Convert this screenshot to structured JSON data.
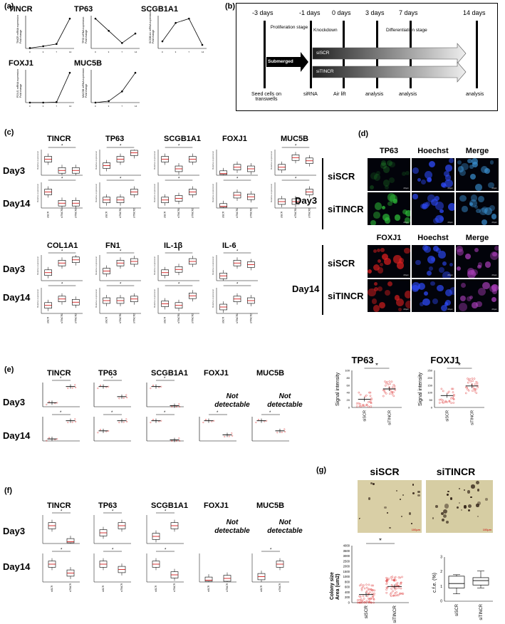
{
  "panel_labels": {
    "a": "(a)",
    "b": "(b)",
    "c": "(c)",
    "d": "(d)",
    "e": "(e)",
    "f": "(f)",
    "g": "(g)"
  },
  "panel_a": {
    "genes": [
      "TINCR",
      "TP63",
      "SCGB1A1",
      "FOXJ1",
      "MUC5B"
    ],
    "ylabels": [
      "TINCR mRNA expression\nFold change",
      "TP63 mRNA expression\nFold change",
      "SCGB1A1 mRNA expression\nFold change",
      "FOXJ1 mRNA expression\nFold change",
      "MUC5B mRNA expression\nFold change"
    ],
    "chart_data": [
      {
        "type": "line",
        "title": "TINCR",
        "x": [
          0,
          3,
          7,
          14
        ],
        "values": [
          0.1,
          0.6,
          1.2,
          8.0
        ]
      },
      {
        "type": "line",
        "title": "TP63",
        "x": [
          0,
          3,
          7,
          14
        ],
        "values": [
          2.2,
          1.3,
          0.4,
          1.1
        ]
      },
      {
        "type": "line",
        "title": "SCGB1A1",
        "x": [
          0,
          3,
          7,
          14
        ],
        "values": [
          1.0,
          3.6,
          4.2,
          0.5
        ]
      },
      {
        "type": "line",
        "title": "FOXJ1",
        "x": [
          0,
          3,
          7,
          14
        ],
        "values": [
          0.0,
          0.0,
          0.1,
          6.5
        ]
      },
      {
        "type": "line",
        "title": "MUC5B",
        "x": [
          0,
          3,
          7,
          14
        ],
        "values": [
          0.0,
          0.2,
          1.5,
          4.0
        ]
      }
    ]
  },
  "panel_b": {
    "days": [
      "-3 days",
      "-1 days",
      "0 days",
      "3 days",
      "7 days",
      "14 days"
    ],
    "proliferation": "Proliferation stage",
    "knockdown": "Knockdown",
    "differentiation": "Differentiation stage",
    "submerged": "Submerged",
    "siscr": "siSCR",
    "sitincr": "siTINCR",
    "seed": "Seed cells on transwells",
    "sirna": "siRNA",
    "airlift": "Air lift",
    "analysis": "analysis"
  },
  "panel_c": {
    "top_genes": [
      "TINCR",
      "TP63",
      "SCGB1A1",
      "FOXJ1",
      "MUC5B"
    ],
    "bottom_genes": [
      "COL1A1",
      "FN1",
      "IL-1β",
      "IL-6"
    ],
    "day3": "Day3",
    "day14": "Day14",
    "ylab": "Relative expression",
    "groups": [
      "siSCR",
      "siTINCR1",
      "siTINCR2"
    ],
    "chart_data": [
      {
        "type": "box",
        "gene": "TINCR",
        "day": "Day3",
        "medians": [
          1.0,
          0.3,
          0.3
        ]
      },
      {
        "type": "box",
        "gene": "TP63",
        "day": "Day3",
        "medians": [
          0.6,
          1.0,
          1.4
        ]
      },
      {
        "type": "box",
        "gene": "SCGB1A1",
        "day": "Day3",
        "medians": [
          1.0,
          0.4,
          1.0
        ]
      },
      {
        "type": "box",
        "gene": "FOXJ1",
        "day": "Day3",
        "medians": [
          0.1,
          0.5,
          0.4
        ]
      },
      {
        "type": "box",
        "gene": "MUC5B",
        "day": "Day3",
        "medians": [
          0.5,
          1.1,
          0.9
        ]
      },
      {
        "type": "box",
        "gene": "TINCR",
        "day": "Day14",
        "medians": [
          1.0,
          0.3,
          0.3
        ]
      },
      {
        "type": "box",
        "gene": "TP63",
        "day": "Day14",
        "medians": [
          0.5,
          0.5,
          1.0
        ]
      },
      {
        "type": "box",
        "gene": "SCGB1A1",
        "day": "Day14",
        "medians": [
          0.5,
          0.6,
          1.0
        ]
      },
      {
        "type": "box",
        "gene": "FOXJ1",
        "day": "Day14",
        "medians": [
          0.1,
          0.8,
          0.7
        ]
      },
      {
        "type": "box",
        "gene": "MUC5B",
        "day": "Day14",
        "medians": [
          0.4,
          0.4,
          1.0
        ]
      },
      {
        "type": "box",
        "gene": "COL1A1",
        "day": "Day3",
        "medians": [
          0.5,
          1.1,
          1.3
        ]
      },
      {
        "type": "box",
        "gene": "FN1",
        "day": "Day3",
        "medians": [
          0.6,
          1.1,
          1.2
        ]
      },
      {
        "type": "box",
        "gene": "IL-1β",
        "day": "Day3",
        "medians": [
          0.5,
          0.7,
          1.2
        ]
      },
      {
        "type": "box",
        "gene": "IL-6",
        "day": "Day3",
        "medians": [
          0.3,
          1.1,
          1.0
        ]
      },
      {
        "type": "box",
        "gene": "COL1A1",
        "day": "Day14",
        "medians": [
          0.5,
          0.9,
          0.7
        ]
      },
      {
        "type": "box",
        "gene": "FN1",
        "day": "Day14",
        "medians": [
          0.8,
          0.8,
          0.9
        ]
      },
      {
        "type": "box",
        "gene": "IL-1β",
        "day": "Day14",
        "medians": [
          0.6,
          0.5,
          1.1
        ]
      },
      {
        "type": "box",
        "gene": "IL-6",
        "day": "Day14",
        "medians": [
          0.4,
          0.9,
          0.8
        ]
      }
    ]
  },
  "panel_d": {
    "headers_top": [
      "TP63",
      "Hoechst",
      "Merge"
    ],
    "headers_bottom": [
      "FOXJ1",
      "Hoechst",
      "Merge"
    ],
    "day3": "Day3",
    "day14": "Day14",
    "rows": [
      "siSCR",
      "siTINCR"
    ],
    "scale": "20µm",
    "colors": {
      "tp63": "#2fc23a",
      "hoechst": "#2f4cff",
      "foxj1": "#e02020",
      "merge3": "#3a8fd0",
      "merge14": "#b040c0"
    }
  },
  "panel_d_quant": {
    "chart_data": [
      {
        "type": "scatter",
        "title": "TP63",
        "ylabel": "Signal intensity",
        "ylim": [
          0,
          100
        ],
        "categories": [
          "siSCR",
          "siTINCR"
        ],
        "means": [
          22,
          50
        ],
        "significance": "*"
      },
      {
        "type": "scatter",
        "title": "FOXJ1",
        "ylabel": "Signal intensity",
        "ylim": [
          0,
          250
        ],
        "categories": [
          "siSCR",
          "siTINCR"
        ],
        "means": [
          80,
          145
        ],
        "significance": "*"
      }
    ],
    "yticks_tp63": [
      "100",
      "80",
      "60",
      "40",
      "20",
      "0"
    ],
    "yticks_foxj1": [
      "250",
      "200",
      "150",
      "100",
      "50",
      "0"
    ]
  },
  "panel_e": {
    "genes": [
      "TINCR",
      "TP63",
      "SCGB1A1",
      "FOXJ1",
      "MUC5B"
    ],
    "day3": "Day3",
    "day14": "Day14",
    "not_detectable": "Not detectable",
    "chart_data": [
      {
        "type": "scatter",
        "gene": "TINCR",
        "day": "Day3",
        "means": [
          0.2,
          1.0
        ]
      },
      {
        "type": "scatter",
        "gene": "TP63",
        "day": "Day3",
        "means": [
          1.0,
          0.5
        ]
      },
      {
        "type": "scatter",
        "gene": "SCGB1A1",
        "day": "Day3",
        "means": [
          1.0,
          0.05
        ]
      },
      {
        "type": "scatter",
        "gene": "TINCR",
        "day": "Day14",
        "means": [
          0.1,
          1.0
        ]
      },
      {
        "type": "scatter",
        "gene": "TP63",
        "day": "Day14",
        "means": [
          0.5,
          1.0
        ]
      },
      {
        "type": "scatter",
        "gene": "SCGB1A1",
        "day": "Day14",
        "means": [
          1.0,
          0.05
        ]
      },
      {
        "type": "scatter",
        "gene": "FOXJ1",
        "day": "Day14",
        "means": [
          1.0,
          0.3
        ]
      },
      {
        "type": "scatter",
        "gene": "MUC5B",
        "day": "Day14",
        "means": [
          1.0,
          0.5
        ]
      }
    ]
  },
  "panel_f": {
    "genes": [
      "TINCR",
      "TP63",
      "SCGB1A1",
      "FOXJ1",
      "MUC5B"
    ],
    "day3": "Day3",
    "day14": "Day14",
    "not_detectable": "Not detectable",
    "chart_data": [
      {
        "type": "box",
        "gene": "TINCR",
        "day": "Day3",
        "medians": [
          1.0,
          0.1
        ]
      },
      {
        "type": "box",
        "gene": "TP63",
        "day": "Day3",
        "medians": [
          0.6,
          1.0
        ]
      },
      {
        "type": "box",
        "gene": "SCGB1A1",
        "day": "Day3",
        "medians": [
          0.4,
          1.0
        ]
      },
      {
        "type": "box",
        "gene": "TINCR",
        "day": "Day14",
        "medians": [
          1.0,
          0.5
        ]
      },
      {
        "type": "box",
        "gene": "TP63",
        "day": "Day14",
        "medians": [
          1.0,
          0.7
        ]
      },
      {
        "type": "box",
        "gene": "SCGB1A1",
        "day": "Day14",
        "medians": [
          1.0,
          0.4
        ]
      },
      {
        "type": "box",
        "gene": "FOXJ1",
        "day": "Day14",
        "medians": [
          0.1,
          0.2
        ]
      },
      {
        "type": "box",
        "gene": "MUC5B",
        "day": "Day14",
        "medians": [
          0.3,
          1.0
        ]
      }
    ]
  },
  "panel_g": {
    "siscr": "siSCR",
    "sitincr": "siTINCR",
    "scale": "100µm",
    "colony_ylabel": "Colony size\nArea (um2)",
    "cfe_ylabel": "c.f.e. (%)",
    "colony_yticks": [
      "4000",
      "3500",
      "3000",
      "2500",
      "2000",
      "1500",
      "1000",
      "800",
      "600",
      "400",
      "200",
      "0"
    ],
    "cfe_yticks": [
      "3",
      "2",
      "1",
      "0"
    ],
    "xcats": [
      "siSCR",
      "siTINCR"
    ],
    "chart_data": [
      {
        "type": "scatter",
        "title": "",
        "ylabel": "Colony size Area (um2)",
        "categories": [
          "siSCR",
          "siTINCR"
        ],
        "means": [
          170,
          340
        ],
        "significance": "*"
      },
      {
        "type": "box",
        "title": "",
        "ylabel": "c.f.e. (%)",
        "ylim": [
          0,
          3
        ],
        "categories": [
          "siSCR",
          "siTINCR"
        ],
        "medians": [
          1.2,
          1.4
        ],
        "q1": [
          0.9,
          1.1
        ],
        "q3": [
          1.7,
          1.6
        ],
        "min": [
          0.5,
          0.9
        ],
        "max": [
          1.8,
          2.05
        ]
      }
    ]
  }
}
